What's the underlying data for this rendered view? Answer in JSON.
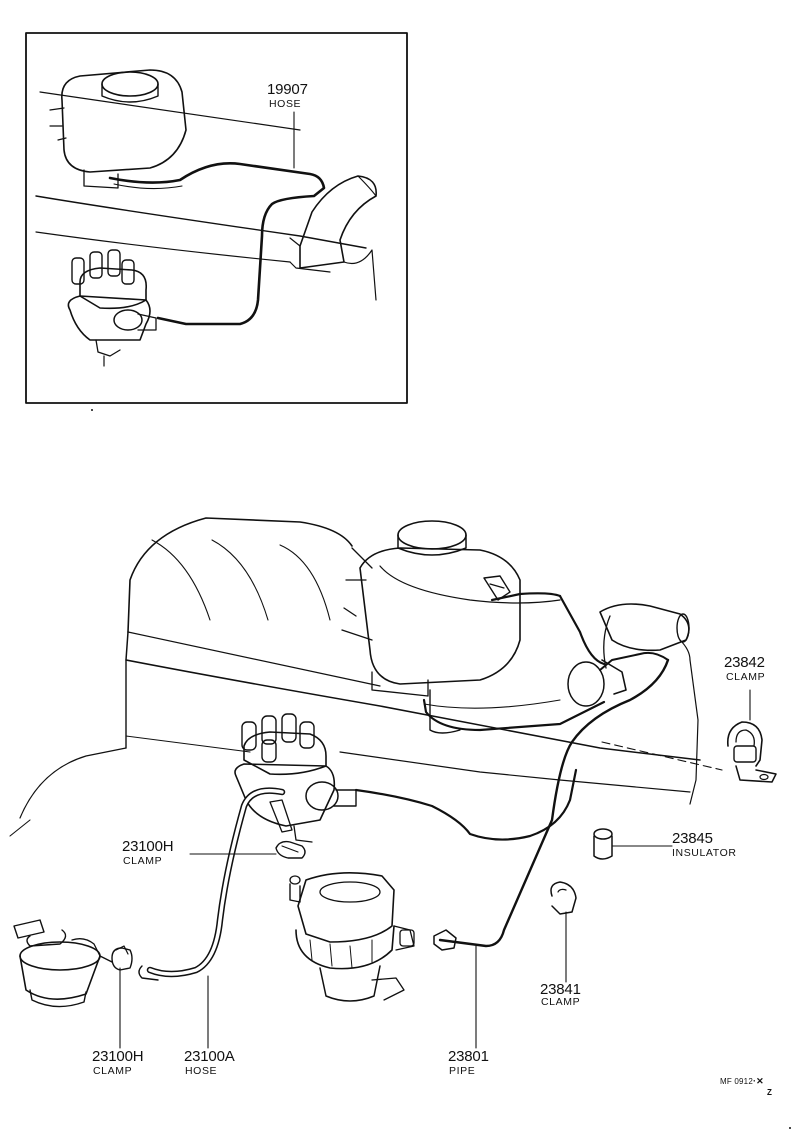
{
  "parts": {
    "p19907": {
      "number": "19907",
      "desc": "HOSE"
    },
    "p23842": {
      "number": "23842",
      "desc": "CLAMP"
    },
    "p23845": {
      "number": "23845",
      "desc": "INSULATOR"
    },
    "p23100h_top": {
      "number": "23100H",
      "desc": "CLAMP"
    },
    "p23841": {
      "number": "23841",
      "desc": "CLAMP"
    },
    "p23100h_bottom": {
      "number": "23100H",
      "desc": "CLAMP"
    },
    "p23100a": {
      "number": "23100A",
      "desc": "HOSE"
    },
    "p23801": {
      "number": "23801",
      "desc": "PIPE"
    }
  },
  "figure_code": "MF 0912",
  "figure_code_suffix": "Z"
}
